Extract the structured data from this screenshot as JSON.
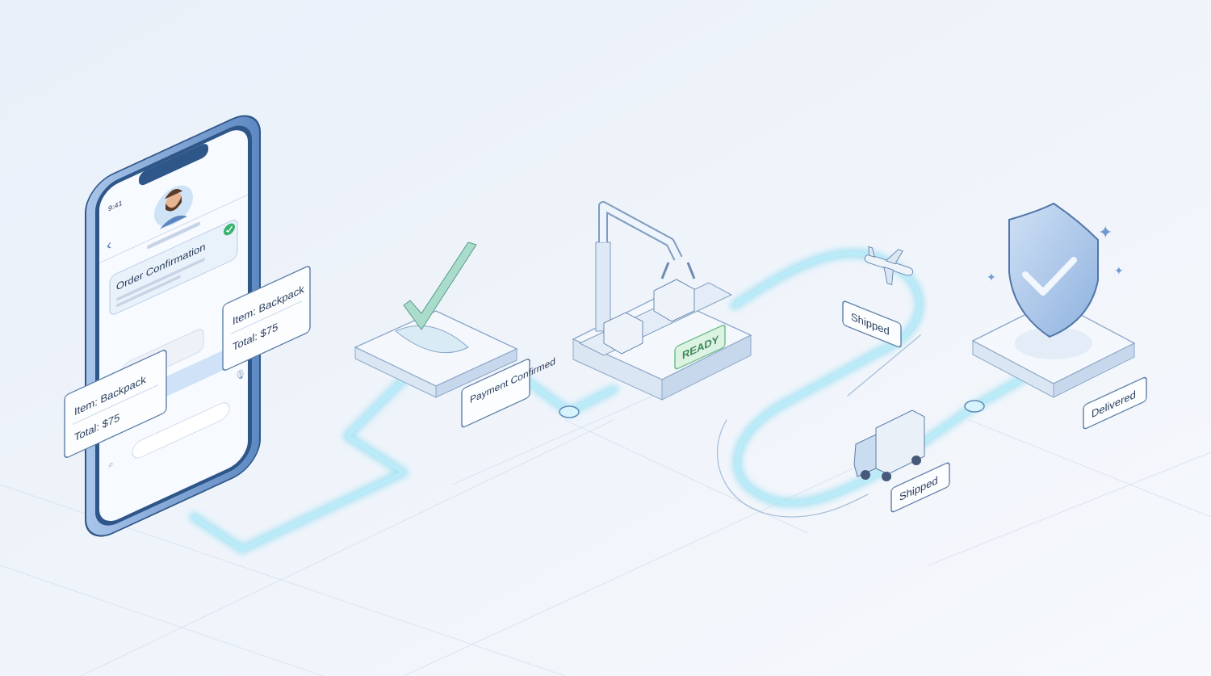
{
  "phone": {
    "status_time": "9:41",
    "message_title": "Order Confirmation",
    "back_icon": "chevron-left-icon",
    "verified_icon": "check-circle-icon"
  },
  "order_cards": [
    {
      "item": "Item: Backpack",
      "total": "Total: $75"
    },
    {
      "item": "Item: Backpack",
      "total": "Total: $75"
    }
  ],
  "steps": {
    "payment": "Payment Confirmed",
    "ready": "READY",
    "shipped_air": "Shipped",
    "shipped_truck": "Shipped",
    "delivered": "Delivered"
  },
  "colors": {
    "phone_frame": "#6f9bd1",
    "path_glow": "#8fdcf0",
    "ready_badge": "#6fbf8a",
    "check_green": "#3cb371"
  }
}
